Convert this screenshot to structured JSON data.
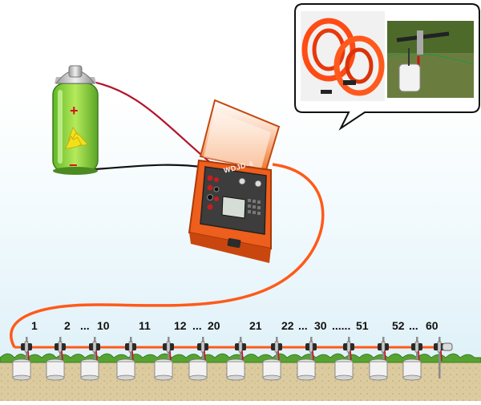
{
  "device": {
    "label": "WDJD-4"
  },
  "battery": {
    "plus": "+",
    "minus": "−"
  },
  "labels": [
    {
      "text": "1"
    },
    {
      "text": "2"
    },
    {
      "text": "..."
    },
    {
      "text": "10"
    },
    {
      "text": "11"
    },
    {
      "text": "12"
    },
    {
      "text": "..."
    },
    {
      "text": "20"
    },
    {
      "text": "21"
    },
    {
      "text": "22"
    },
    {
      "text": "..."
    },
    {
      "text": "30"
    },
    {
      "text": "......"
    },
    {
      "text": "51"
    },
    {
      "text": "52"
    },
    {
      "text": "..."
    },
    {
      "text": "60"
    }
  ],
  "colors": {
    "sky": "#eaf6fb",
    "soil": "#d9c79a",
    "grass": "#4f9a2e",
    "cable_orange": "#ff5a1a",
    "case_orange": "#ee5e1c",
    "battery_green": "#8ed63a"
  },
  "electrode_count": 13,
  "icons": [
    "recycle-icon",
    "electrode-icon",
    "callout-bubble",
    "photo-cable-reels",
    "photo-electrode-field"
  ]
}
